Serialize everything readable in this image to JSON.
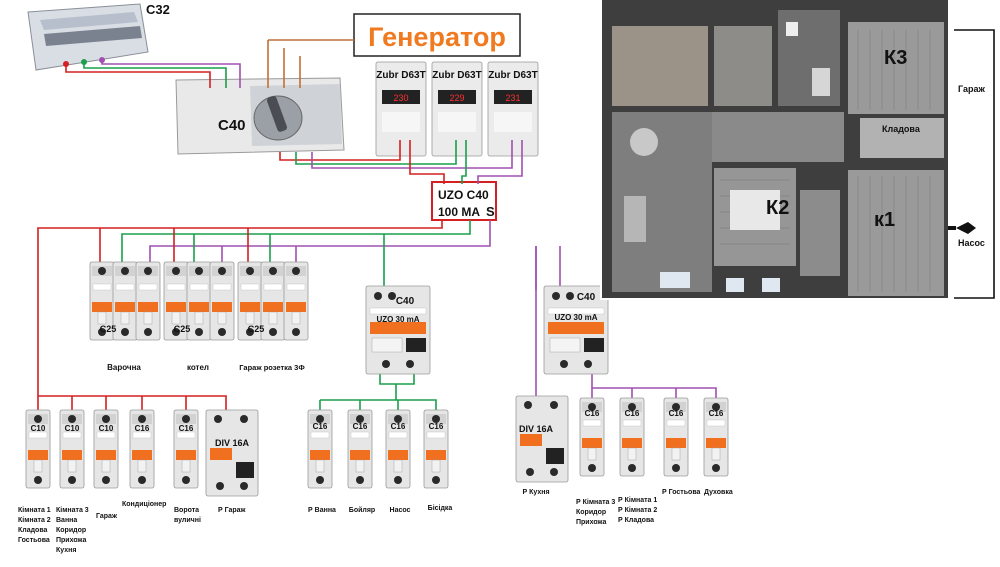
{
  "top": {
    "c32": "C32",
    "generator": "Генератор",
    "c40_switch": "C40",
    "uzo_main_line1": "UZO C40",
    "uzo_main_line2": "100 MA",
    "uzo_main_mark": "S"
  },
  "relays": [
    {
      "label": "Zubr D63T",
      "display": "230"
    },
    {
      "label": "Zubr D63T",
      "display": "229"
    },
    {
      "label": "Zubr D63T",
      "display": "231"
    }
  ],
  "three_phase": [
    {
      "rating": "C25",
      "name": "Варочна"
    },
    {
      "rating": "C25",
      "name": "котел"
    },
    {
      "rating": "C25",
      "name": "Гараж розетка 3Ф"
    }
  ],
  "rcds": [
    {
      "rating": "C40",
      "name": "UZO 30 mA"
    },
    {
      "rating": "C40",
      "name": "UZO 30 mA"
    }
  ],
  "left_group": [
    {
      "rating": "C10",
      "lines": [
        "Кімната 1",
        "Кімната 2",
        "Кладова",
        "Гостьова"
      ]
    },
    {
      "rating": "C10",
      "lines": [
        "Кімната 3",
        "Ванна",
        "Коридор",
        "Прихожа",
        "Кухня"
      ]
    },
    {
      "rating": "C10",
      "lines": [
        "Гараж"
      ]
    },
    {
      "rating": "C16",
      "lines": [
        "Кондиціонер"
      ]
    },
    {
      "rating": "C16",
      "lines": [
        "Ворота",
        "вуличні"
      ]
    }
  ],
  "left_div": {
    "rating": "DIV 16A",
    "name": "Р Гараж"
  },
  "mid_group": [
    {
      "rating": "C16",
      "name": "Р Ванна"
    },
    {
      "rating": "C16",
      "name": "Бойляр"
    },
    {
      "rating": "C16",
      "name": "Насос"
    },
    {
      "rating": "C16",
      "name": "Бісідка"
    }
  ],
  "right_div": {
    "rating": "DIV 16A",
    "name": "Р Кухня"
  },
  "right_group": [
    {
      "rating": "C16",
      "lines": [
        "Р Кімната 3",
        "Коридор",
        "Прихожа"
      ]
    },
    {
      "rating": "C16",
      "lines": [
        "Р Кімната 1",
        "Р Кімната 2",
        "Р Кладова"
      ]
    },
    {
      "rating": "C16",
      "lines": [
        "Р Гостьова"
      ]
    },
    {
      "rating": "C16",
      "lines": [
        "Духовка"
      ]
    }
  ],
  "plan": {
    "rooms": {
      "k3": "К3",
      "k2": "К2",
      "k1": "к1"
    },
    "garage": "Гараж",
    "storage": "Кладова",
    "pump": "Насос"
  },
  "colors": {
    "red": "#d42020",
    "green": "#1aa04a",
    "purple": "#a050b0",
    "brown": "#c07038",
    "breaker_body": "#e6e6e6",
    "breaker_orange": "#f07020"
  }
}
